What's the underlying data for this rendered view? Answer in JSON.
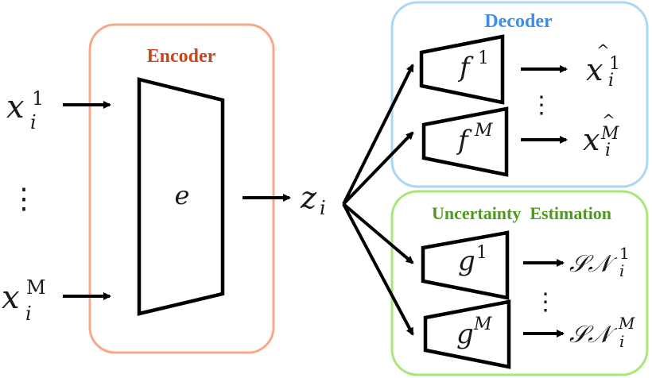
{
  "diagram": {
    "encoder": {
      "title": "Encoder",
      "title_color": "#C8461A",
      "border_color": "#F6A88A",
      "network_label": "e"
    },
    "inputs": [
      {
        "base": "x",
        "sub": "i",
        "sup": "1"
      },
      {
        "base": "x",
        "sub": "i",
        "sup": "M"
      }
    ],
    "inputs_ellipsis": "⋮",
    "latent": {
      "base": "z",
      "sub": "i"
    },
    "decoder": {
      "title": "Decoder",
      "title_color": "#3B8FE8",
      "border_color": "#A9D8F5",
      "networks": [
        {
          "base": "f",
          "sup": "1"
        },
        {
          "base": "f",
          "sup": "M"
        }
      ],
      "outputs": [
        {
          "base": "x",
          "sub": "i",
          "sup": "1",
          "hat": "^"
        },
        {
          "base": "x",
          "sub": "i",
          "sup": "M",
          "hat": "^"
        }
      ],
      "outputs_ellipsis": "⋮"
    },
    "uncertainty": {
      "title": "Uncertainty  Estimation",
      "title_color": "#4E9A1E",
      "border_color": "#A8E67A",
      "networks": [
        {
          "base": "g",
          "sup": "1"
        },
        {
          "base": "g",
          "sup": "M"
        }
      ],
      "outputs": [
        {
          "base": "𝒮𝒩",
          "sub": "i",
          "sup": "1"
        },
        {
          "base": "𝒮𝒩",
          "sub": "i",
          "sup": "M"
        }
      ],
      "outputs_ellipsis": "⋮"
    }
  }
}
